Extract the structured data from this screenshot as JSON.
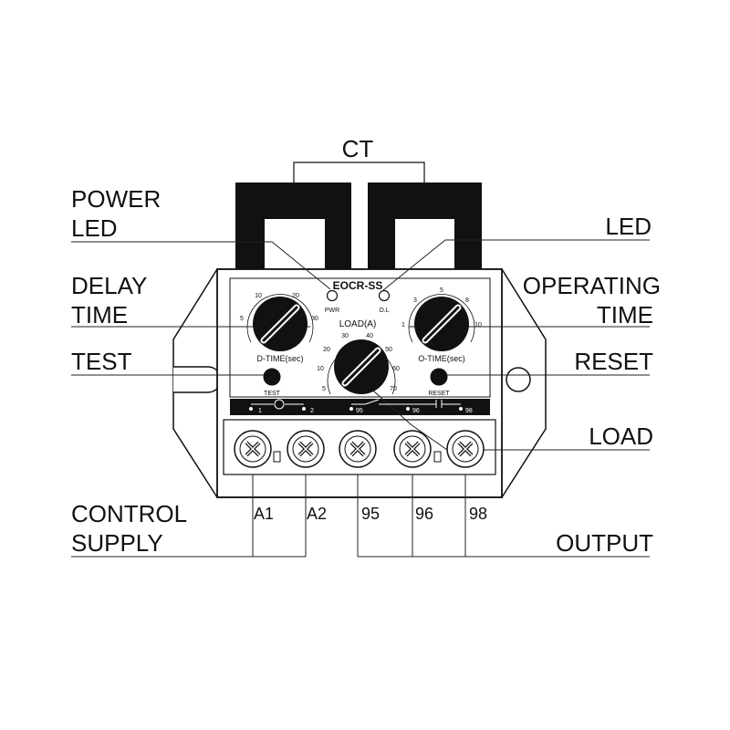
{
  "callouts": {
    "ct": "CT",
    "power_led_1": "POWER",
    "power_led_2": "LED",
    "led": "LED",
    "delay_time_1": "DELAY",
    "delay_time_2": "TIME",
    "operating_time_1": "OPERATING",
    "operating_time_2": "TIME",
    "test": "TEST",
    "reset": "RESET",
    "load": "LOAD",
    "control_supply_1": "CONTROL",
    "control_supply_2": "SUPPLY",
    "output": "OUTPUT"
  },
  "panel": {
    "model": "EOCR-SS",
    "pwr": "PWR",
    "ol": "O.L",
    "load_label": "LOAD(A)",
    "d_time_label": "D-TIME(sec)",
    "o_time_label": "O-TIME(sec)",
    "test_label": "TEST",
    "reset_label": "RESET",
    "strip": [
      "1",
      "2",
      "95",
      "96",
      "98"
    ]
  },
  "dials": {
    "d_time_ticks": [
      "5",
      "10",
      "20",
      "30"
    ],
    "load_ticks": [
      "5",
      "10",
      "20",
      "30",
      "40",
      "50",
      "60",
      "70"
    ],
    "o_time_ticks": [
      "1",
      "3",
      "5",
      "8",
      "10"
    ]
  },
  "terminals": [
    "A1",
    "A2",
    "95",
    "96",
    "98"
  ]
}
